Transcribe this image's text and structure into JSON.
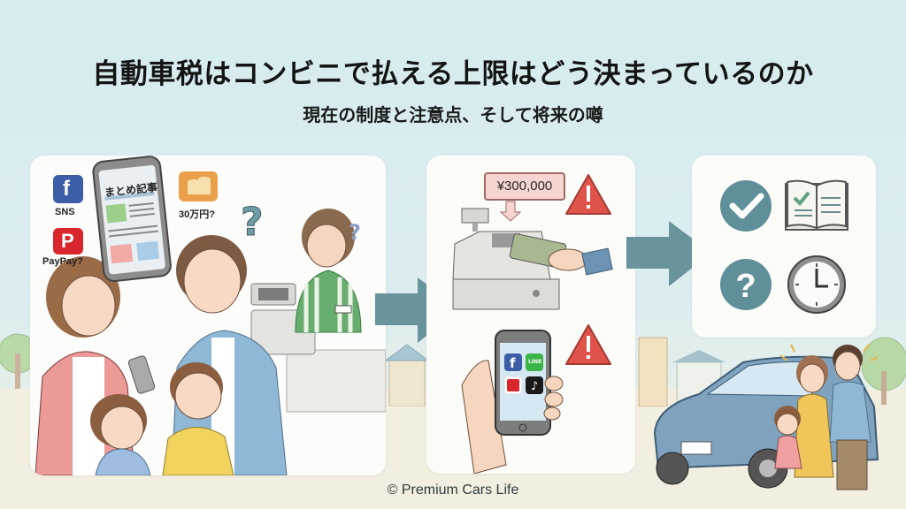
{
  "header": {
    "title": "自動車税はコンビニで払える上限はどう決まっているのか",
    "subtitle": "現在の制度と注意点、そして将来の噂"
  },
  "panel_left": {
    "icons": [
      {
        "name": "facebook-icon",
        "label": "SNS",
        "color": "#3b5ea7"
      },
      {
        "name": "paypay-icon",
        "label": "PayPay?",
        "color": "#d9262c"
      },
      {
        "name": "coins-icon",
        "label": "30万円?",
        "color": "#eaa04a"
      }
    ],
    "phone_article_title": "まとめ記事",
    "question_marks": [
      "?",
      "?"
    ]
  },
  "panel_mid": {
    "price_bubble": "¥300,000",
    "warning_symbol": "!",
    "phone_apps": [
      "facebook",
      "line",
      "paypay",
      "tiktok"
    ],
    "line_label": "LINE"
  },
  "panel_right": {
    "icons": [
      "check-icon",
      "book-icon",
      "question-icon",
      "clock-icon"
    ],
    "question_symbol": "?"
  },
  "footer": {
    "copyright": "© Premium Cars Life"
  },
  "colors": {
    "accent_teal": "#5f8f98",
    "warning_red": "#e0534a",
    "background": "#d6ecef",
    "panel": "#fbfbf8"
  }
}
